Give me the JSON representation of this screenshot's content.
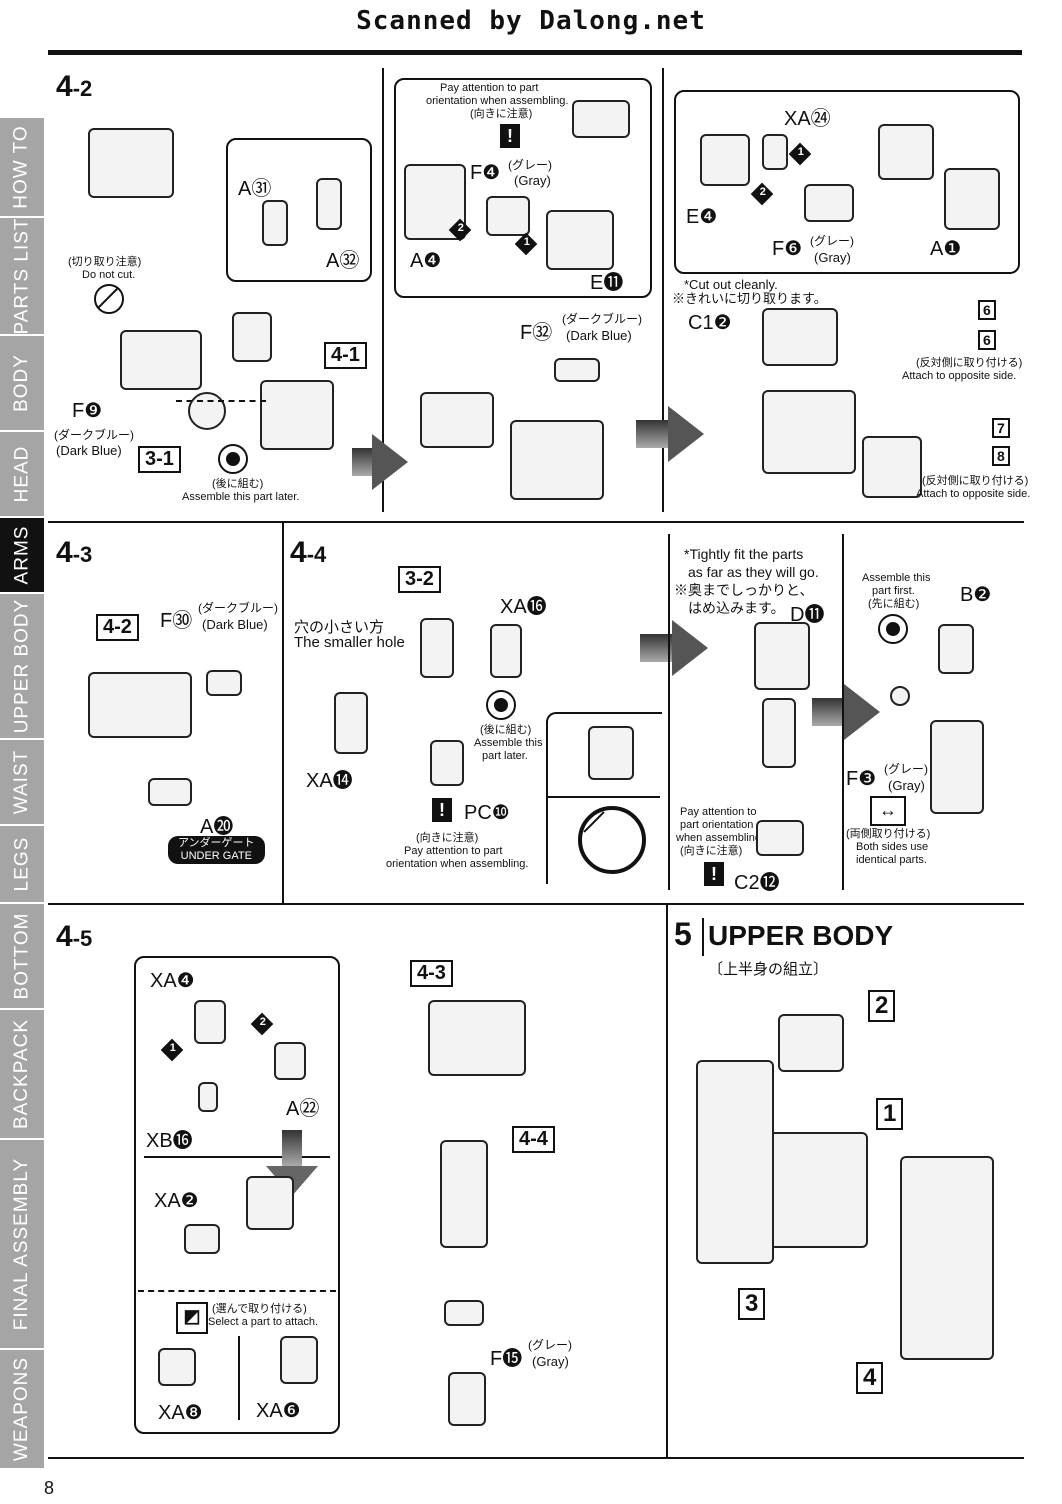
{
  "header": "Scanned by Dalong.net",
  "page_number": "8",
  "sidebar": {
    "tabs": [
      {
        "label": "HOW TO",
        "active": false
      },
      {
        "label": "PARTS LIST",
        "active": false
      },
      {
        "label": "BODY",
        "active": false
      },
      {
        "label": "HEAD",
        "active": false
      },
      {
        "label": "ARMS",
        "active": true
      },
      {
        "label": "UPPER BODY",
        "active": false
      },
      {
        "label": "WAIST",
        "active": false
      },
      {
        "label": "LEGS",
        "active": false
      },
      {
        "label": "BOTTOM",
        "active": false
      },
      {
        "label": "BACKPACK",
        "active": false
      },
      {
        "label": "FINAL ASSEMBLY",
        "active": false
      },
      {
        "label": "WEAPONS",
        "active": false
      }
    ]
  },
  "step_4_2": {
    "label_main": "4",
    "label_sub": "-2",
    "part_a31": "A㉛",
    "part_a32": "A㉜",
    "ref_4_1": "4-1",
    "ref_3_1": "3-1",
    "part_f9": "F❾",
    "f9_color_jp": "(ダークブルー)",
    "f9_color_en": "(Dark Blue)",
    "do_not_cut_jp": "(切り取り注意)",
    "do_not_cut_en": "Do not cut.",
    "later_jp": "(後に組む)",
    "later_en": "Assemble this part later.",
    "mid_note_en1": "Pay attention to part",
    "mid_note_en2": "orientation when assembling.",
    "mid_note_jp": "(向きに注意)",
    "part_f4": "F❹",
    "f4_color_jp": "(グレー)",
    "f4_color_en": "(Gray)",
    "part_a4": "A❹",
    "part_e11": "E⓫",
    "part_f32": "F㉜",
    "f32_color_jp": "(ダークブルー)",
    "f32_color_en": "(Dark Blue)",
    "part_xa24": "XA㉔",
    "part_e4": "E❹",
    "part_f6": "F❻",
    "f6_color_jp": "(グレー)",
    "f6_color_en": "(Gray)",
    "part_a1": "A❶",
    "cut_clean_en": "*Cut out cleanly.",
    "cut_clean_jp": "※きれいに切り取ります。",
    "part_c12": "C1❷",
    "count_6a": "6",
    "count_6b": "6",
    "count_7": "7",
    "count_8": "8",
    "opposite_jp_1": "(反対側に取り付ける)",
    "opposite_en_1": "Attach to opposite side.",
    "opposite_jp_2": "(反対側に取り付ける)",
    "opposite_en_2": "Attach to opposite side."
  },
  "step_4_3": {
    "label_main": "4",
    "label_sub": "-3",
    "ref_4_2": "4-2",
    "part_f30": "F㉚",
    "f30_color_jp": "(ダークブルー)",
    "f30_color_en": "(Dark Blue)",
    "part_a20": "A⓴",
    "gate_jp": "アンダーゲート",
    "gate_en": "UNDER GATE"
  },
  "step_4_4": {
    "label_main": "4",
    "label_sub": "-4",
    "ref_3_2": "3-2",
    "part_xa16": "XA⓰",
    "hole_jp": "穴の小さい方",
    "hole_en": "The smaller hole",
    "part_xa14": "XA⓮",
    "later_jp": "(後に組む)",
    "later_en1": "Assemble this",
    "later_en2": "part later.",
    "part_pc10": "PC❿",
    "orient_jp": "(向きに注意)",
    "orient_en1": "Pay attention to part",
    "orient_en2": "orientation when assembling.",
    "tight_en1": "*Tightly fit the parts",
    "tight_en2": "as far as they will go.",
    "tight_jp1": "※奥までしっかりと、",
    "tight_jp2": "はめ込みます。",
    "part_d11": "D⓫",
    "orient2_en1": "Pay attention to",
    "orient2_en2": "part orientation",
    "orient2_en3": "when assembling.",
    "orient2_jp": "(向きに注意)",
    "part_c212": "C2⓬",
    "first_en1": "Assemble this",
    "first_en2": "part first.",
    "first_jp": "(先に組む)",
    "part_b2": "B❷",
    "part_f3": "F❸",
    "f3_color_jp": "(グレー)",
    "f3_color_en": "(Gray)",
    "both_jp": "(両側取り付ける)",
    "both_en1": "Both sides use",
    "both_en2": "identical parts."
  },
  "step_4_5": {
    "label_main": "4",
    "label_sub": "-5",
    "part_xa4": "XA❹",
    "part_a22": "A㉒",
    "part_xb16": "XB⓰",
    "part_xa2": "XA❷",
    "select_jp": "(選んで取り付ける)",
    "select_en": "Select a part to attach.",
    "part_xa8": "XA❽",
    "part_xa6": "XA❻",
    "ref_4_3": "4-3",
    "ref_4_4": "4-4",
    "part_f15": "F⓯",
    "f15_color_jp": "(グレー)",
    "f15_color_en": "(Gray)"
  },
  "step_5": {
    "number": "5",
    "title": "UPPER BODY",
    "subtitle": "〔上半身の組立〕",
    "callouts": [
      "1",
      "2",
      "3",
      "4"
    ]
  }
}
